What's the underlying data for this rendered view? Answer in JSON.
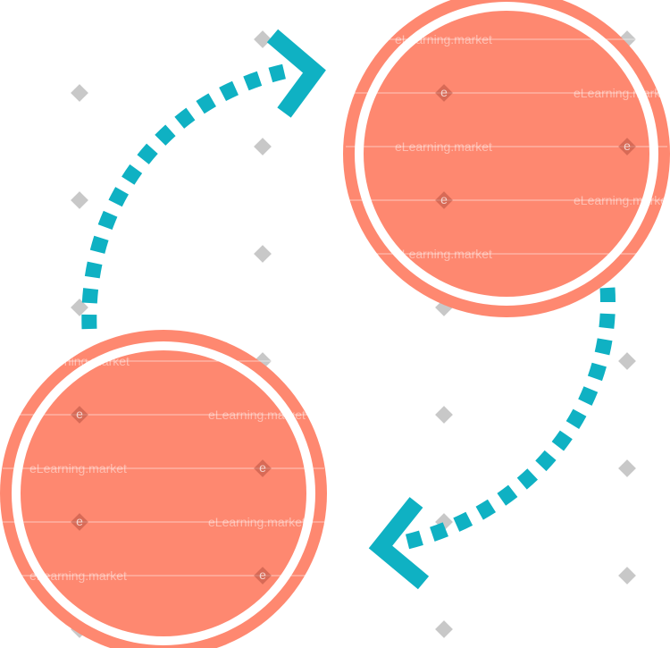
{
  "colors": {
    "circle_fill": "#FE8870",
    "circle_ring": "#FE8870",
    "ring_gap": "#FFFFFF",
    "arrow": "#0FB1C3",
    "watermark_mark": "#C8C8C8",
    "background": "#FFFFFF"
  },
  "watermark": {
    "text": "eLearning.market",
    "glyph": "e"
  },
  "diagram": {
    "nodes": [
      {
        "id": "top-right-circle",
        "label": ""
      },
      {
        "id": "bottom-left-circle",
        "label": ""
      }
    ],
    "arrows": [
      {
        "from": "bottom-left-circle",
        "to": "top-right-circle",
        "style": "dashed",
        "icon": "chevron-right-icon"
      },
      {
        "from": "top-right-circle",
        "to": "bottom-left-circle",
        "style": "dashed",
        "icon": "chevron-left-icon"
      }
    ]
  }
}
